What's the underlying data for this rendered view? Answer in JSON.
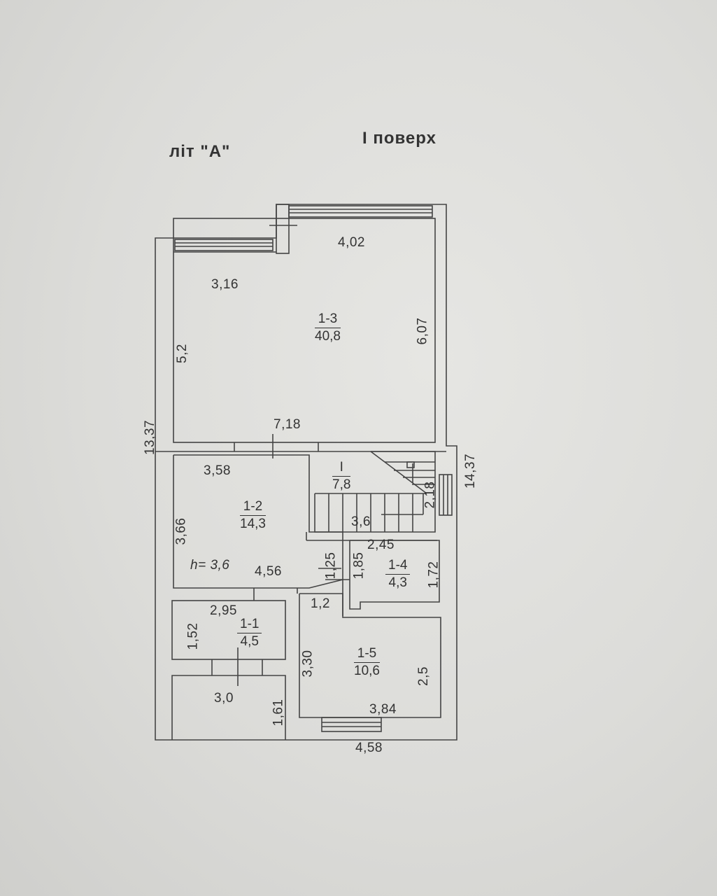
{
  "headings": {
    "building": "літ \"А\"",
    "floor": "I поверх"
  },
  "rooms": [
    {
      "id": "1-3",
      "area": "40,8"
    },
    {
      "id": "1-2",
      "area": "14,3"
    },
    {
      "id": "I",
      "area": "7,8"
    },
    {
      "id": "1-4",
      "area": "4,3"
    },
    {
      "id": "1-1",
      "area": "4,5"
    },
    {
      "id": "1-5",
      "area": "10,6"
    }
  ],
  "dimensions": {
    "top_right": "4,02",
    "top_left": "3,16",
    "left_1_3": "5,2",
    "right_1_3": "6,07",
    "mid_width": "7,18",
    "overall_left": "13,37",
    "overall_right": "14,37",
    "top_1_2": "3,58",
    "left_1_2": "3,66",
    "height": "h= 3,6",
    "bottom_1_2": "4,56",
    "stair_width": "3,6",
    "stair_side": "2,18",
    "top_1_4": "2,45",
    "corridor_a": "1,25",
    "corridor_b": "1,85",
    "right_1_4": "1,72",
    "corridor_w": "1,2",
    "top_1_1": "2,95",
    "left_1_1": "1,52",
    "left_1_5": "3,30",
    "right_1_5": "2,5",
    "porch_w": "3,0",
    "porch_h": "1,61",
    "bottom_1_5": "3,84",
    "overall_bottom": "4,58"
  }
}
